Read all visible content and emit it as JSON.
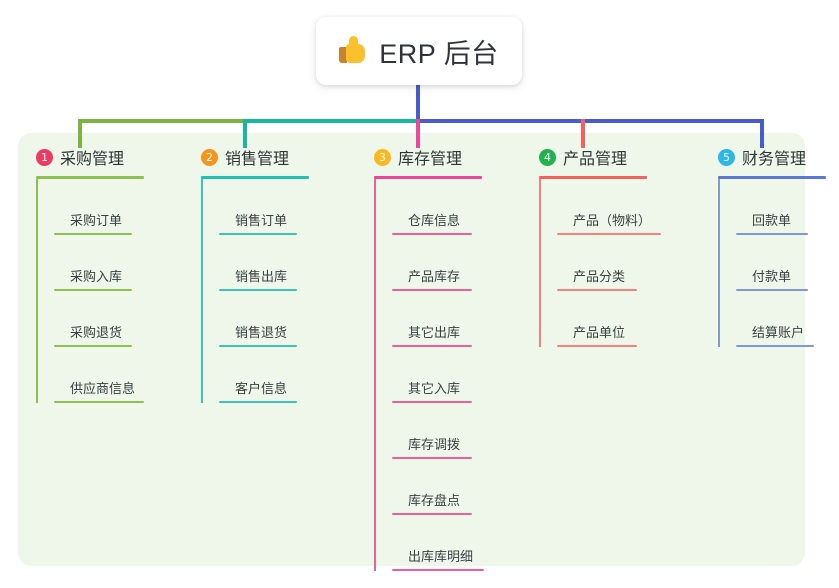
{
  "title": {
    "icon": "thumbs-up-icon",
    "text": "ERP 后台"
  },
  "theme": {
    "panel_bg": "#eef7e9",
    "page_bg": "#ffffff",
    "title_text_color": "#2f3437",
    "item_text_color": "#3a4044"
  },
  "trunk": {
    "stem_color": "#4a5bd0",
    "bar_segments": [
      {
        "name": "green-segment",
        "color": "#7cb342"
      },
      {
        "name": "teal-segment",
        "color": "#16b8a0"
      },
      {
        "name": "blue-segment",
        "color": "#4a5bd0"
      }
    ],
    "legs": [
      {
        "name": "leg-purchasing",
        "color": "#7cb342"
      },
      {
        "name": "leg-sales",
        "color": "#16b8a0"
      },
      {
        "name": "leg-inventory",
        "color": "#ec4899"
      },
      {
        "name": "leg-product",
        "color": "#f4615c"
      },
      {
        "name": "leg-finance",
        "color": "#4a5bd0"
      }
    ]
  },
  "columns": [
    {
      "index": "1",
      "name": "purchasing",
      "title": "采购管理",
      "badge_color": "#ed3a62",
      "rule_color": "#8cc152",
      "accent_color": "#8cc152",
      "items": [
        {
          "label": "采购订单",
          "rule_width": 78
        },
        {
          "label": "采购入库",
          "rule_width": 78
        },
        {
          "label": "采购退货",
          "rule_width": 78
        },
        {
          "label": "供应商信息",
          "rule_width": 90
        }
      ]
    },
    {
      "index": "2",
      "name": "sales",
      "title": "销售管理",
      "badge_color": "#f7941e",
      "rule_color": "#22c0b4",
      "accent_color": "#3cc5b5",
      "items": [
        {
          "label": "销售订单",
          "rule_width": 78
        },
        {
          "label": "销售出库",
          "rule_width": 78
        },
        {
          "label": "销售退货",
          "rule_width": 78
        },
        {
          "label": "客户信息",
          "rule_width": 78
        }
      ]
    },
    {
      "index": "3",
      "name": "inventory",
      "title": "库存管理",
      "badge_color": "#f9b820",
      "rule_color": "#ec4899",
      "accent_color": "#ec5f9b",
      "items": [
        {
          "label": "仓库信息",
          "rule_width": 80
        },
        {
          "label": "产品库存",
          "rule_width": 80
        },
        {
          "label": "其它出库",
          "rule_width": 80
        },
        {
          "label": "其它入库",
          "rule_width": 80
        },
        {
          "label": "库存调拨",
          "rule_width": 80
        },
        {
          "label": "库存盘点",
          "rule_width": 80
        },
        {
          "label": "出库库明细",
          "rule_width": 92
        }
      ]
    },
    {
      "index": "4",
      "name": "product",
      "title": "产品管理",
      "badge_color": "#22b14c",
      "rule_color": "#f4615c",
      "accent_color": "#f4837e",
      "items": [
        {
          "label": "产品（物料）",
          "rule_width": 104
        },
        {
          "label": "产品分类",
          "rule_width": 80
        },
        {
          "label": "产品单位",
          "rule_width": 80
        }
      ]
    },
    {
      "index": "5",
      "name": "finance",
      "title": "财务管理",
      "badge_color": "#2bb8e8",
      "rule_color": "#5a78d8",
      "accent_color": "#8098d8",
      "items": [
        {
          "label": "回款单",
          "rule_width": 72
        },
        {
          "label": "付款单",
          "rule_width": 72
        },
        {
          "label": "结算账户",
          "rule_width": 78
        }
      ]
    }
  ]
}
